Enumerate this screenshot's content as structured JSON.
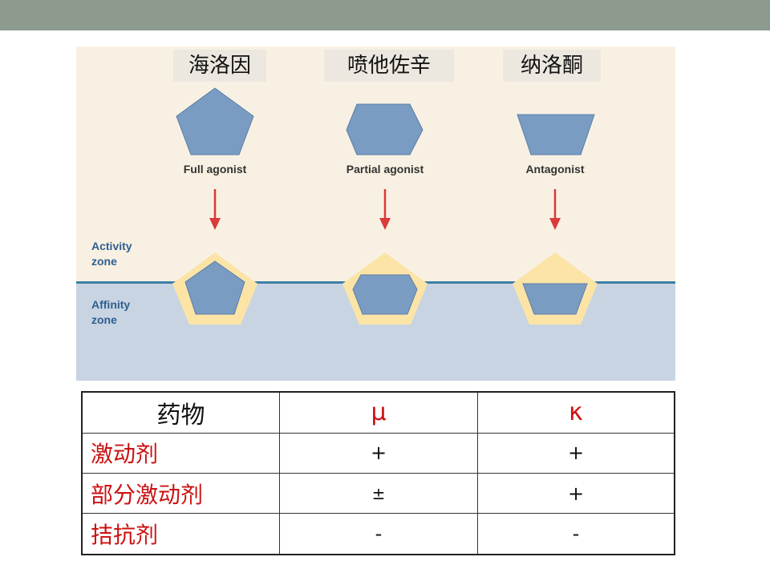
{
  "figure": {
    "drugs": [
      "海洛因",
      "喷他佐辛",
      "纳洛酮"
    ],
    "types": [
      "Full agonist",
      "Partial agonist",
      "Antagonist"
    ],
    "zones": {
      "activity": [
        "Activity",
        "zone"
      ],
      "affinity": [
        "Affinity",
        "zone"
      ]
    },
    "colors": {
      "shape_fill": "#7b9cc2",
      "shape_stroke": "#5a7ea8",
      "receptor_fill": "#fbe4a6",
      "arrow": "#d93a3a"
    }
  },
  "table": {
    "headers": [
      "药物",
      "μ",
      "κ"
    ],
    "rows": [
      {
        "label": "激动剂",
        "mu": "+",
        "kappa": "+"
      },
      {
        "label": "部分激动剂",
        "mu": "±",
        "kappa": "+"
      },
      {
        "label": "拮抗剂",
        "mu": "-",
        "kappa": "-"
      }
    ]
  }
}
